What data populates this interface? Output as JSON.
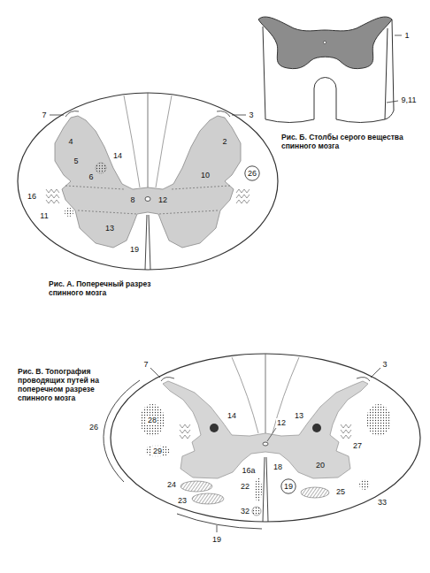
{
  "diagram": {
    "nodes": [
      {
        "text": [
          "26"
        ]
      },
      {
        "text": [
          "19"
        ]
      }
    ],
    "labels": [
      "1",
      "9,11",
      "Рис. Б. Столбы серого вещества спинного мозга",
      "7",
      "3",
      "4",
      "2",
      "5",
      "14",
      "6",
      "16",
      "10",
      "11",
      "8",
      "12",
      "13",
      "19",
      "Рис. А. Поперечный разрез спинного мозга",
      "7",
      "3",
      "28",
      "14",
      "13",
      "26",
      "29",
      "27",
      "12",
      "16а",
      "18",
      "20",
      "22",
      "24",
      "25",
      "33",
      "23",
      "32",
      "19",
      "Рис. В. Топография проводящих путей на поперечном разрезе спинного мозга"
    ]
  }
}
